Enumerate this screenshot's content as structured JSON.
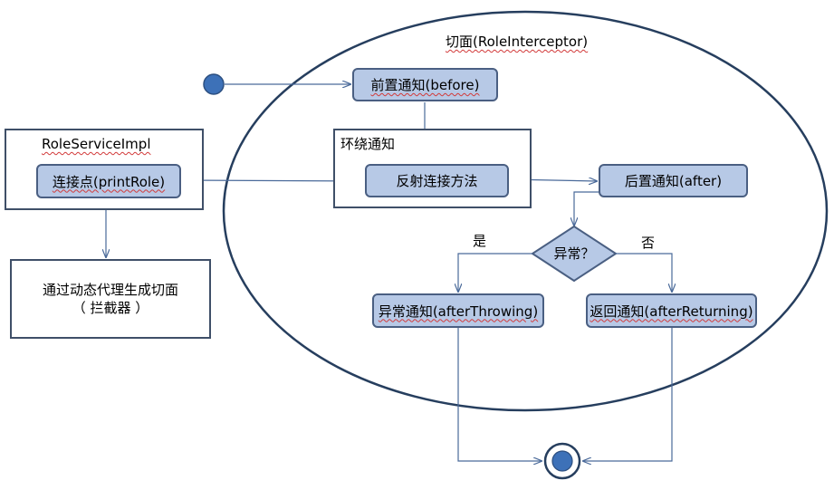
{
  "aspect": {
    "title": "切面(RoleInterceptor)"
  },
  "service_impl": {
    "title": "RoleServiceImpl",
    "join_point": "连接点(printRole)"
  },
  "proxy_note": {
    "line1": "通过动态代理生成切面",
    "line2": "（ 拦截器 ）"
  },
  "around": {
    "title": "环绕通知",
    "reflect": "反射连接方法"
  },
  "before": "前置通知(before)",
  "after": "后置通知(after)",
  "decision": {
    "label": "异常？",
    "yes": "是",
    "no": "否"
  },
  "after_throwing": "异常通知(afterThrowing)",
  "after_returning": "返回通知(afterReturning)",
  "colors": {
    "node_fill": "#b7c9e6",
    "node_border": "#4a5f82",
    "line": "#4a6a9a",
    "ellipse": "#263e5e"
  }
}
